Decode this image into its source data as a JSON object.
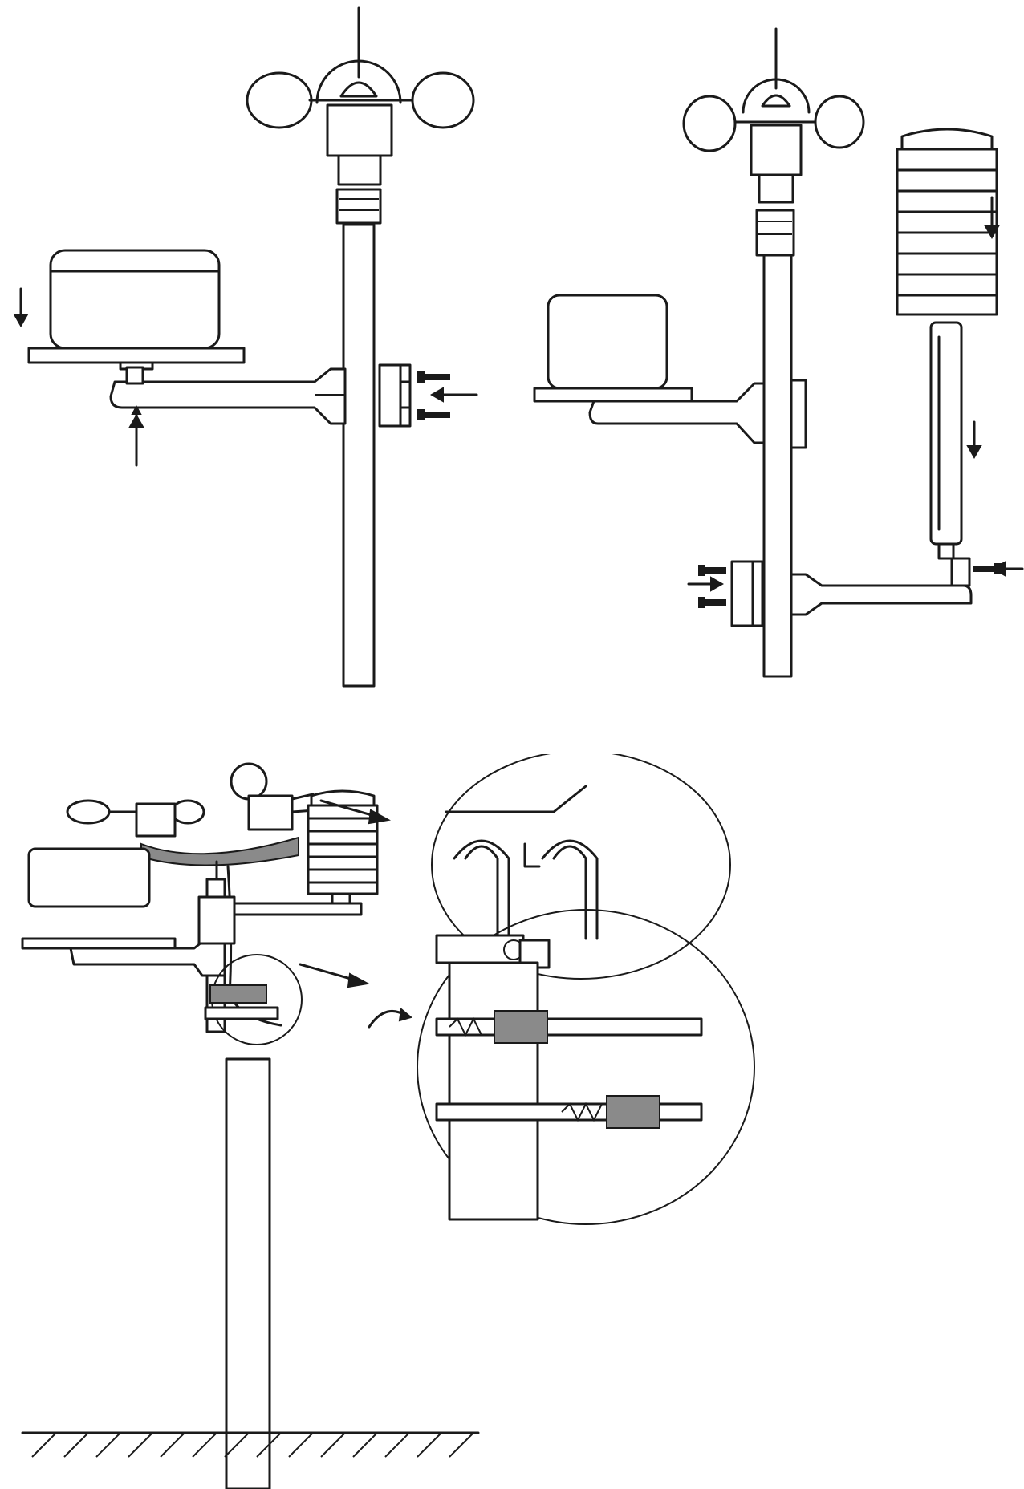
{
  "colors": {
    "line": "#1a1a1a",
    "background": "#ffffff",
    "shade": "#8a8a8a"
  },
  "figures": [
    {
      "id": "fig-a",
      "labels": []
    },
    {
      "id": "fig-b",
      "labels": []
    },
    {
      "id": "fig-c",
      "labels": []
    }
  ]
}
